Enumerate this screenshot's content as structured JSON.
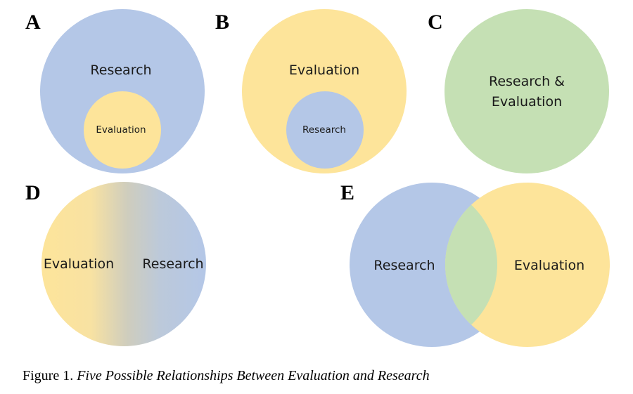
{
  "colors": {
    "research_blue": "#b4c7e7",
    "evaluation_yellow": "#fde49a",
    "combined_green": "#c5e0b4"
  },
  "panels": {
    "a": {
      "letter": "A",
      "outer_label": "Research",
      "inner_label": "Evaluation"
    },
    "b": {
      "letter": "B",
      "outer_label": "Evaluation",
      "inner_label": "Research"
    },
    "c": {
      "letter": "C",
      "label_line1": "Research &",
      "label_line2": "Evaluation"
    },
    "d": {
      "letter": "D",
      "left_label": "Evaluation",
      "right_label": "Research"
    },
    "e": {
      "letter": "E",
      "left_label": "Research",
      "right_label": "Evaluation"
    }
  },
  "caption": {
    "prefix": "Figure 1.",
    "title": "Five Possible Relationships Between Evaluation and Research"
  }
}
